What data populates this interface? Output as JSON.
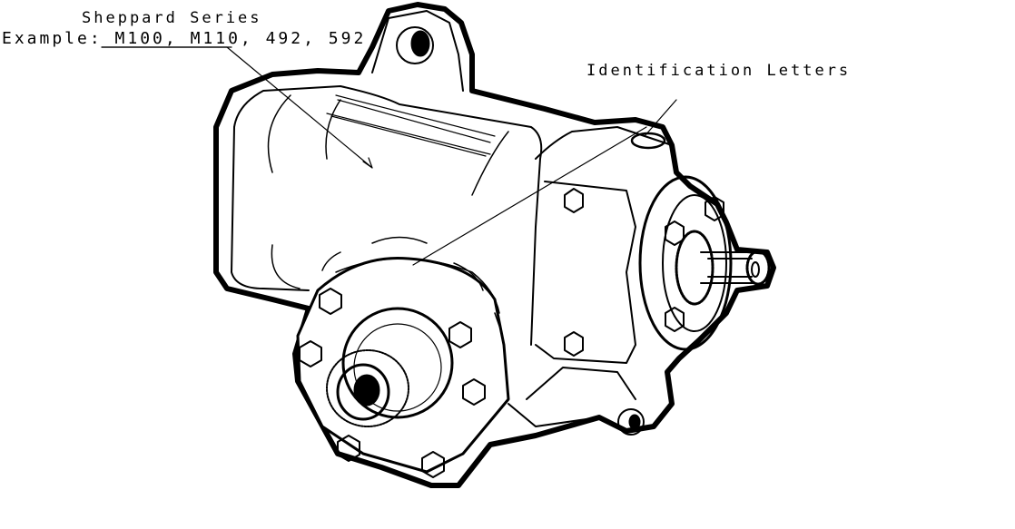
{
  "diagram": {
    "subject": "Sheppard power steering gear",
    "labels": {
      "series_title": "Sheppard Series",
      "series_example_prefix": "Example:",
      "series_example_models": "M100, M110, 492, 592",
      "identification": "Identification Letters"
    },
    "callouts": [
      {
        "label": "Sheppard Series",
        "points_to": "housing side"
      },
      {
        "label": "Identification Letters",
        "points_to": [
          "top port",
          "sector cover ring"
        ]
      }
    ],
    "parts_depicted": [
      "main housing",
      "top mounting ear",
      "valve housing with port",
      "input shaft flange with splined shaft",
      "sector shaft cover with 6 bolts",
      "splined output (sector) shaft",
      "lower mounting bracket with hole"
    ],
    "colors": {
      "line": "#000000",
      "background": "#ffffff"
    }
  }
}
